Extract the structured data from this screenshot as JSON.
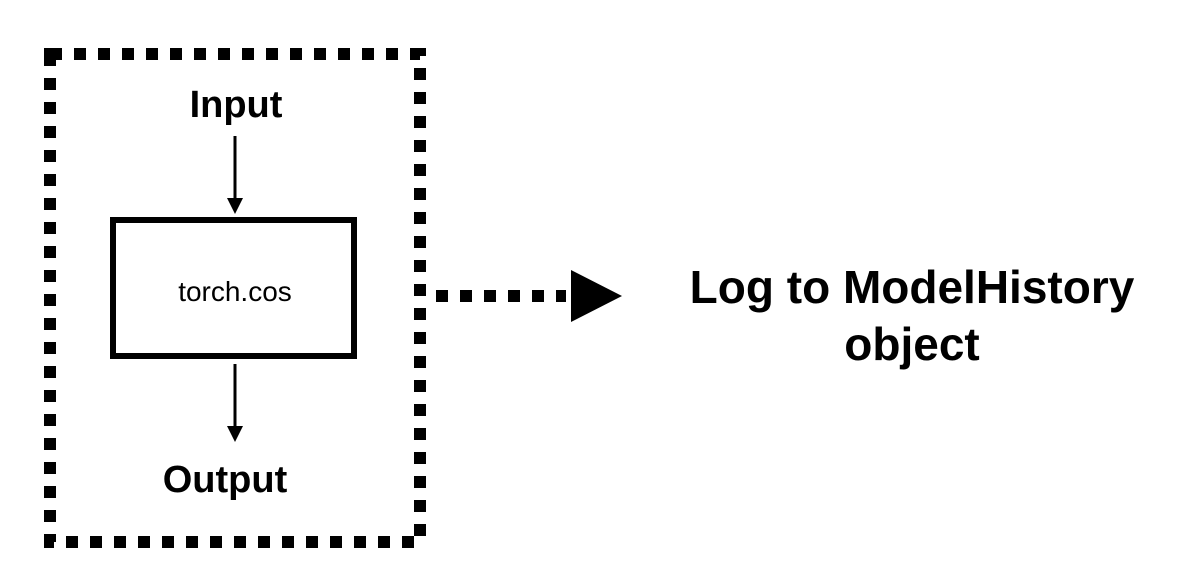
{
  "diagram": {
    "input_label": "Input",
    "operation_label": "torch.cos",
    "output_label": "Output",
    "log_target_line1": "Log to ModelHistory",
    "log_target_line2": "object"
  },
  "colors": {
    "ink": "#000000",
    "background": "#ffffff"
  }
}
